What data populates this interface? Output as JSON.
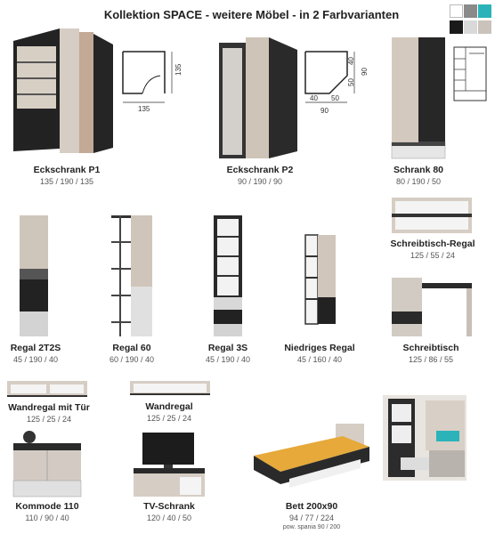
{
  "header": {
    "title": "Kollektion SPACE - weitere Möbel - in 2 Farbvarianten"
  },
  "swatches": {
    "colors": [
      "#ffffff",
      "#8a8a8a",
      "#2bb3b9",
      "#1a1a1a",
      "#d9d9d9",
      "#c9c3bb"
    ]
  },
  "items": [
    {
      "name": "Eckschrank P1",
      "dims": "135 / 190 / 135"
    },
    {
      "name": "Eckschrank P2",
      "dims": "90 / 190 / 90"
    },
    {
      "name": "Schrank 80",
      "dims": "80 / 190 / 50"
    },
    {
      "name": "Regal 2T2S",
      "dims": "45 / 190 / 40"
    },
    {
      "name": "Regal 60",
      "dims": "60 / 190 / 40"
    },
    {
      "name": "Regal 3S",
      "dims": "45 / 190 / 40"
    },
    {
      "name": "Niedriges Regal",
      "dims": "45 / 160 / 40"
    },
    {
      "name": "Schreibtisch-Regal",
      "dims": "125 / 55 / 24"
    },
    {
      "name": "Schreibtisch",
      "dims": "125 / 86 / 55"
    },
    {
      "name": "Wandregal mit Tür",
      "dims": "125 / 25 / 24"
    },
    {
      "name": "Wandregal",
      "dims": "125 / 25 / 24"
    },
    {
      "name": "Kommode 110",
      "dims": "110 / 90 / 40"
    },
    {
      "name": "TV-Schrank",
      "dims": "120 / 40 / 50"
    },
    {
      "name": "Bett 200x90",
      "dims": "94 / 77 / 224",
      "note": "pow. spania 90 / 200"
    }
  ],
  "diagrams": {
    "p1": {
      "side": "135",
      "bottom": "135"
    },
    "p2": {
      "d1": "40",
      "d2": "50",
      "d3": "90",
      "side1": "40",
      "side2": "50",
      "side3": "90"
    }
  }
}
